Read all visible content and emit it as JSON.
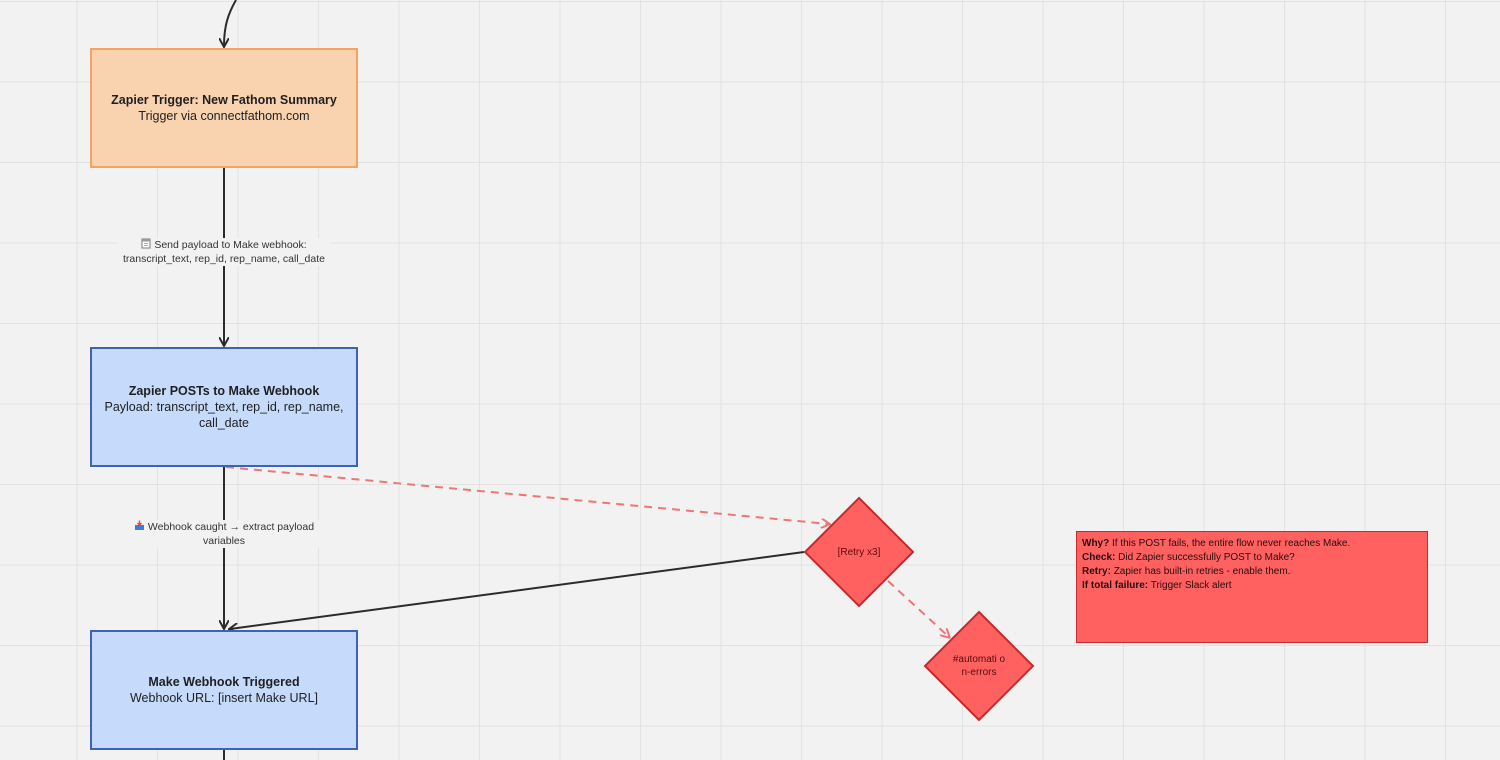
{
  "nodes": {
    "zapier_trigger": {
      "title": "Zapier Trigger: New Fathom Summary",
      "subtitle": "Trigger via connectfathom.com"
    },
    "zapier_post": {
      "title": "Zapier POSTs to Make Webhook",
      "subtitle": "Payload: transcript_text, rep_id, rep_name, call_date"
    },
    "make_webhook": {
      "title": "Make Webhook Triggered",
      "subtitle": "Webhook URL: [insert Make URL]"
    }
  },
  "edges": {
    "send_payload": {
      "icon": "document-icon",
      "line1": "Send payload to Make webhook:",
      "line2": "transcript_text, rep_id, rep_name, call_date"
    },
    "webhook_caught": {
      "icon": "inbox-icon",
      "line1": "Webhook caught → extract payload",
      "line2": "variables"
    }
  },
  "decisions": {
    "retry": {
      "label": "[Retry x3]"
    },
    "slack_channel": {
      "label": "#automati on-errors"
    }
  },
  "note": {
    "rows": [
      {
        "key": "Why?",
        "value": "If this POST fails, the entire flow never reaches Make."
      },
      {
        "key": "Check:",
        "value": "Did Zapier successfully POST to Make?"
      },
      {
        "key": "Retry:",
        "value": "Zapier has built-in retries - enable them."
      },
      {
        "key": "If total failure:",
        "value": "Trigger Slack alert"
      }
    ]
  },
  "colors": {
    "orange_fill": "#f9d3b0",
    "orange_border": "#f5a35e",
    "blue_fill": "#c6dbfb",
    "blue_border": "#3d63b5",
    "error_fill": "#ff6161",
    "error_border": "#c62a2a",
    "error_dashed": "#f07575",
    "connector": "#2b2b2b"
  }
}
